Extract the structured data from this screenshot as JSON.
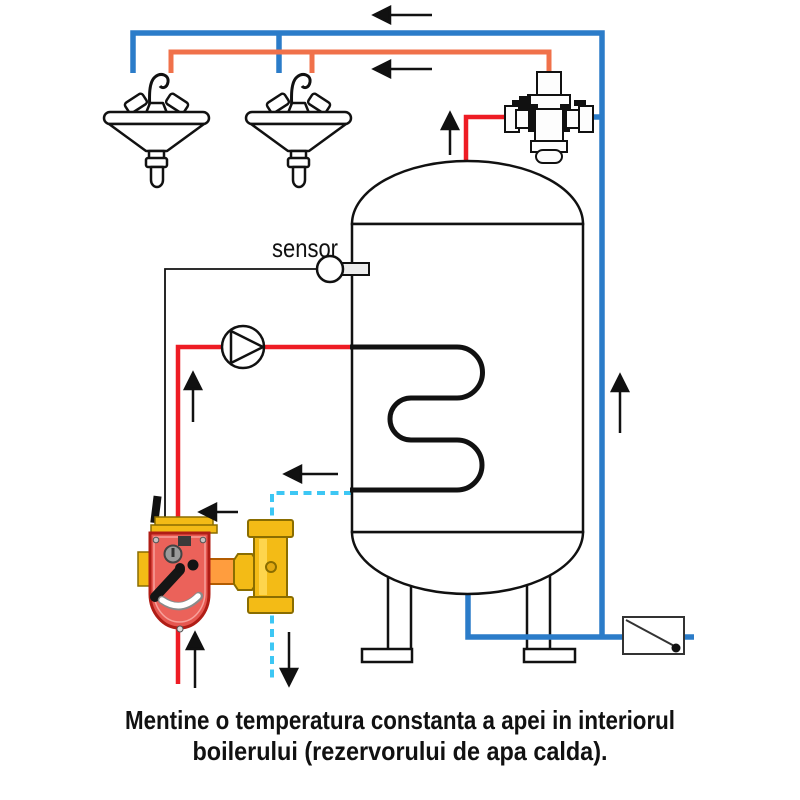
{
  "labels": {
    "sensor": "sensor"
  },
  "caption": {
    "line1": "Mentine o temperatura constanta a apei in interiorul",
    "line2": "boilerului (rezervorului de apa calda)."
  },
  "colors": {
    "cold_water_blue": "#2b7cc9",
    "mixed_water_orange": "#f0714a",
    "hot_water_red": "#ee1c24",
    "boiler_return_cyan": "#3dc7f4",
    "outline_black": "#111111",
    "valve_body_red": "#e65750",
    "valve_border_red": "#b01d16",
    "brass_yellow": "#f3bb16",
    "brass_outline": "#8a6d00",
    "connector_orange": "#ff9d3e"
  }
}
